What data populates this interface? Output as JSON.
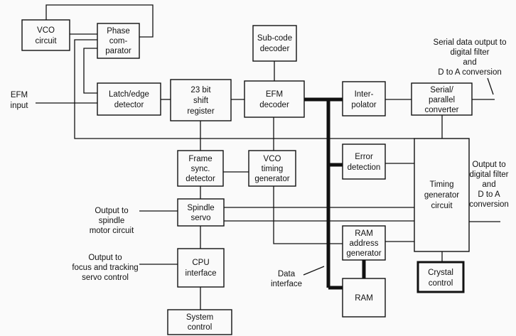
{
  "blocks": {
    "vco_circuit": [
      "VCO",
      "circuit"
    ],
    "phase_comparator": [
      "Phase",
      "com-",
      "parator"
    ],
    "subcode_decoder": [
      "Sub-code",
      "decoder"
    ],
    "latch_edge_detector": [
      "Latch/edge",
      "detector"
    ],
    "shift_register": [
      "23 bit",
      "shift",
      "register"
    ],
    "efm_decoder": [
      "EFM",
      "decoder"
    ],
    "interpolator": [
      "Inter-",
      "polator"
    ],
    "serial_parallel_converter": [
      "Serial/",
      "parallel",
      "converter"
    ],
    "frame_sync_detector": [
      "Frame",
      "sync.",
      "detector"
    ],
    "vco_timing_generator": [
      "VCO",
      "timing",
      "generator"
    ],
    "error_detection": [
      "Error",
      "detection"
    ],
    "timing_generator_circuit": [
      "Timing",
      "generator",
      "circuit"
    ],
    "spindle_servo": [
      "Spindle",
      "servo"
    ],
    "ram_address_generator": [
      "RAM",
      "address",
      "generator"
    ],
    "cpu_interface": [
      "CPU",
      "interface"
    ],
    "crystal_control": [
      "Crystal",
      "control"
    ],
    "ram": [
      "RAM"
    ],
    "system_control": [
      "System",
      "control"
    ]
  },
  "labels": {
    "efm_input": [
      "EFM",
      "input"
    ],
    "serial_output": [
      "Serial data output to",
      "digital filter",
      "and",
      "D to A conversion"
    ],
    "output_right": [
      "Output to",
      "digital filter",
      "and",
      "D to A",
      "conversion"
    ],
    "output_spindle": [
      "Output to",
      "spindle",
      "motor circuit"
    ],
    "output_focus": [
      "Output to",
      "focus and tracking",
      "servo control"
    ],
    "data_interface": [
      "Data",
      "interface"
    ]
  }
}
